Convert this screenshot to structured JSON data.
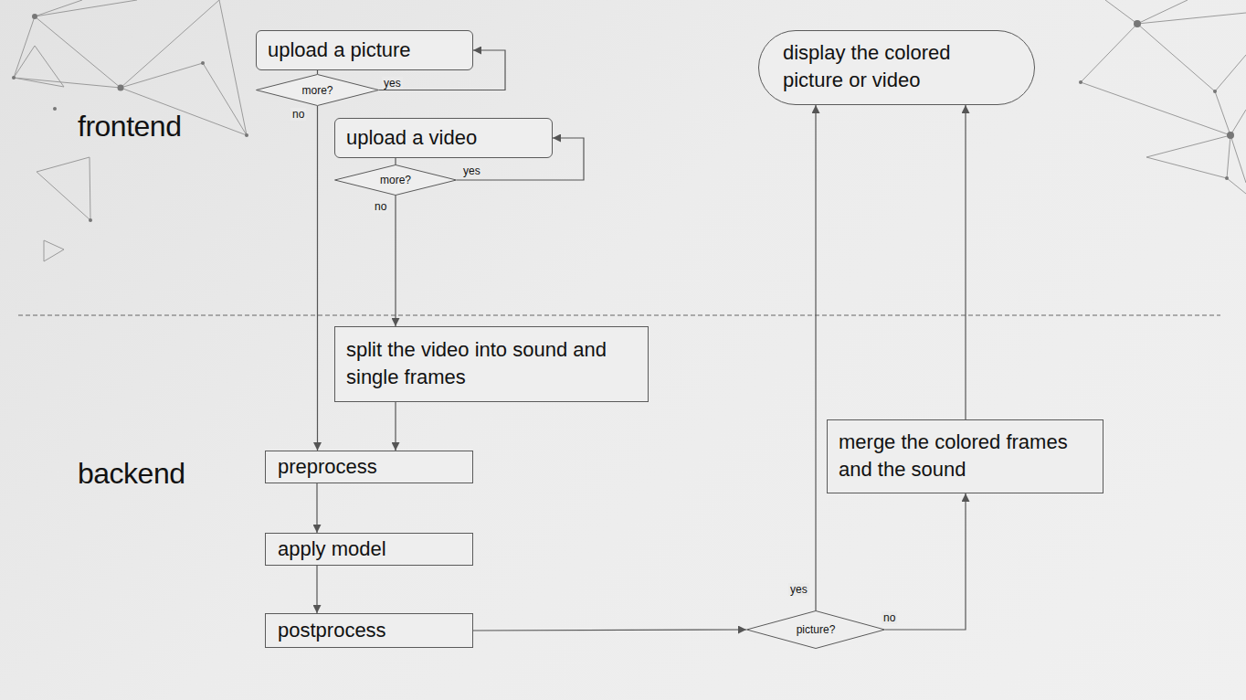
{
  "diagram": {
    "nodes": [
      {
        "text": [
          "upload a picture"
        ]
      },
      {
        "text": [
          "more?"
        ]
      },
      {
        "text": [
          "upload a video"
        ]
      },
      {
        "text": [
          "more?"
        ]
      },
      {
        "text": [
          "split the video into sound and single frames"
        ]
      },
      {
        "text": [
          "preprocess"
        ]
      },
      {
        "text": [
          "apply model"
        ]
      },
      {
        "text": [
          "postprocess"
        ]
      },
      {
        "text": [
          "picture?"
        ]
      },
      {
        "text": [
          "merge the colored frames and the sound"
        ]
      },
      {
        "text": [
          "display the colored picture or video"
        ]
      }
    ],
    "edges": [
      {
        "from": 0,
        "to": 1,
        "arrow": "none"
      },
      {
        "from": 1,
        "to": 0,
        "label": "yes",
        "arrow": "to"
      },
      {
        "from": 1,
        "to": 5,
        "label": "no",
        "arrow": "to"
      },
      {
        "from": 2,
        "to": 3,
        "arrow": "none"
      },
      {
        "from": 3,
        "to": 2,
        "label": "yes",
        "arrow": "to"
      },
      {
        "from": 3,
        "to": 4,
        "label": "no",
        "arrow": "to"
      },
      {
        "from": 4,
        "to": 5,
        "arrow": "to"
      },
      {
        "from": 5,
        "to": 6,
        "arrow": "to"
      },
      {
        "from": 6,
        "to": 7,
        "arrow": "to"
      },
      {
        "from": 7,
        "to": 8,
        "arrow": "to"
      },
      {
        "from": 8,
        "to": 10,
        "label": "yes",
        "arrow": "to"
      },
      {
        "from": 8,
        "to": 9,
        "label": "no",
        "arrow": "to"
      },
      {
        "from": 9,
        "to": 10,
        "arrow": "to"
      }
    ],
    "labels": [
      "frontend",
      "backend"
    ]
  }
}
